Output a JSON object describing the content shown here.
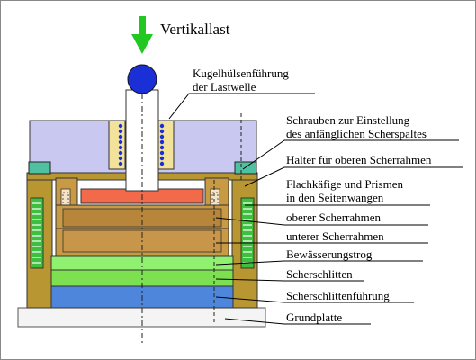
{
  "diagram": {
    "title": "Vertikallast",
    "labels": {
      "kugel_1": "Kugelhülsenführung",
      "kugel_2": "der Lastwelle",
      "schrauben_1": "Schrauben zur Einstellung",
      "schrauben_2": "des anfänglichen Scherspaltes",
      "halter": "Halter für oberen Scherrahmen",
      "flach_1": "Flachkäfige und Prismen",
      "flach_2": "in den Seitenwangen",
      "oberer": "oberer Scherrahmen",
      "unterer": "unterer Scherrahmen",
      "trog": "Bewässerungstrog",
      "schlitten": "Scherschlitten",
      "fuehrung": "Scherschlittenführung",
      "grund": "Grundplatte"
    },
    "colors": {
      "load_arrow": "#22c822",
      "ball": "#1a2fd6",
      "top_block": "#c8c8f0",
      "frame": "#b89632",
      "brass": "#c89a44",
      "red_frame": "#f26a4a",
      "bearing_yellow": "#f2e29a",
      "green_cage": "#3fbf3f",
      "teal_block": "#4fc0a0",
      "trough": "#90f070",
      "sled": "#7ce050",
      "sled_guide": "#4e86dc",
      "base": "#f4f4f4"
    }
  }
}
